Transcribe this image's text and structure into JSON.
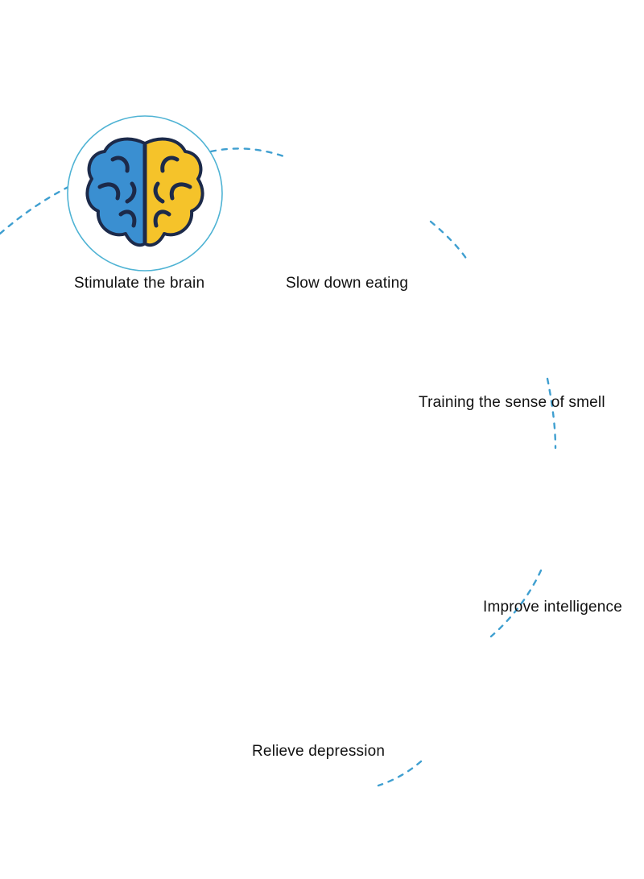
{
  "features": [
    {
      "id": "brain",
      "label": "Stimulate the brain",
      "icon": "brain-icon"
    },
    {
      "id": "hourglass",
      "label": "Slow down eating",
      "icon": "hourglass-icon"
    },
    {
      "id": "smell",
      "label": "Training the sense of smell",
      "icon": "golden-retriever-icon"
    },
    {
      "id": "intelligence",
      "label": "Improve intelligence",
      "icon": "lightbulb-icon"
    },
    {
      "id": "relieve",
      "label": "Relieve depression",
      "icon": "brown-dog-icon"
    }
  ],
  "colors": {
    "circle_border": "#4fb3d4",
    "dashed_line": "#3f9fd0",
    "brain_left": "#3a8fd1",
    "brain_right": "#f5c32a",
    "hourglass_sand": "#2fe07a",
    "bulb_red": "#ee4444",
    "bulb_base": "#f5b82a",
    "puzzle_base": "#c8dde1",
    "lid_taupe": "#b9a59b",
    "lid_blue": "#8ea2b5",
    "lid_mauve": "#a27f88",
    "treat": "#e9a04a"
  }
}
